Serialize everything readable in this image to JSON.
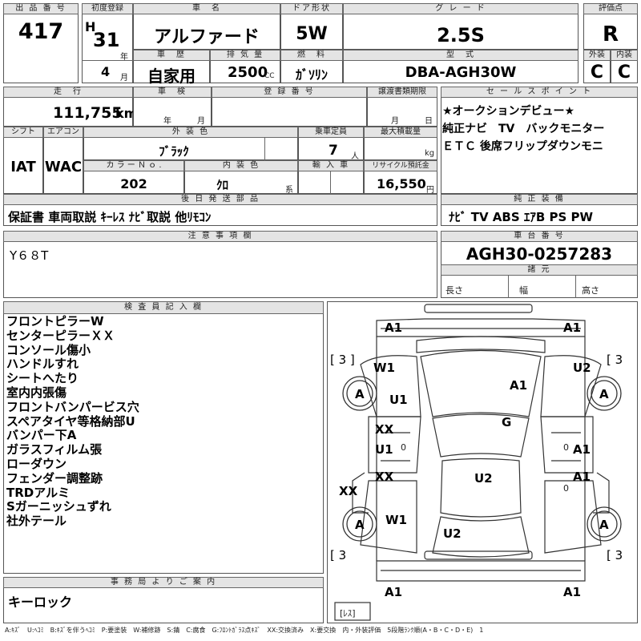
{
  "header": {
    "lot_label": "出 品 番 号",
    "lot": "417",
    "first_reg_label": "初度登録",
    "era": "H",
    "year": "31",
    "year_unit": "年",
    "month": "4",
    "month_unit": "月",
    "name_label": "車　名",
    "name": "アルファード",
    "door_label": "ドア形状",
    "door": "5W",
    "grade_label": "グ レ ー ド",
    "grade": "2.5S",
    "score_label": "評価点",
    "score": "R",
    "history_label": "車　歴",
    "history": "自家用",
    "displacement_label": "排 気 量",
    "displacement": "2500",
    "cc": "CC",
    "fuel_label": "燃　料",
    "fuel": "ｶﾞｿﾘﾝ",
    "model_label": "型　式",
    "model": "DBA-AGH30W",
    "exterior_label": "外装",
    "exterior": "C",
    "interior_label": "内装",
    "interior": "C"
  },
  "row2": {
    "mileage_label": "走　行",
    "mileage": "111,755",
    "km": "km",
    "inspection_label": "車　検",
    "inspection_year": "年",
    "inspection_month": "月",
    "regno_label": "登 録 番 号",
    "transfer_label": "譲渡書類期限",
    "transfer_month": "月",
    "transfer_day": "日",
    "shift_label": "シフト",
    "shift": "IAT",
    "ac_label": "エアコン",
    "ac": "WAC",
    "color_label": "外 装 色",
    "color": "ﾌﾞﾗｯｸ",
    "capacity_label": "乗車定員",
    "capacity": "7",
    "capacity_unit": "人",
    "load_label": "最大積載量",
    "load_unit": "kg",
    "colorno_label": "カ ラ ー Ｎ ｏ .",
    "colorno": "202",
    "intcolor_label": "内 装 色",
    "intcolor": "ｸﾛ",
    "intcolor_unit": "系",
    "import_label": "輸 入 車",
    "recycle_label": "リサイクル預託金",
    "recycle": "16,550",
    "recycle_unit": "円",
    "sendlater_label": "後 日 発 送 部 品",
    "sendlater": "保証書 車両取説 ｷｰﾚｽ ﾅﾋﾞ取説 他ﾘﾓｺﾝ"
  },
  "sales": {
    "label": "セ ー ル ス ポ イ ン ト",
    "lines": [
      "★オークションデビュー★",
      "純正ナビ　TV　バックモニター",
      "ＥＴＣ 後席フリップダウンモニ"
    ],
    "genuine_label": "純 正 装 備",
    "genuine": "ﾅﾋﾞ TV ABS ｴｱB PS PW"
  },
  "notes": {
    "label": "注 意 事 項 欄",
    "text": "Y６８T"
  },
  "chassis": {
    "label": "車 台 番 号",
    "value": "AGH30-0257283",
    "spec_label": "諸 元",
    "length": "長さ",
    "width": "幅",
    "height": "高さ"
  },
  "inspector": {
    "label": "検 査 員 記 入 欄",
    "lines": [
      "フロントピラーW",
      "センターピラーＸＸ",
      "コンソール傷小",
      "ハンドルすれ",
      "シートへたり",
      "室内内張傷",
      "フロントバンパービス穴",
      "スペアタイヤ等格納部U",
      "バンパー下A",
      "ガラスフィルム張",
      "ローダウン",
      "フェンダー調整跡",
      "TRDアルミ",
      "Sガーニッシュずれ",
      "社外テール"
    ]
  },
  "office": {
    "label": "事 務 局 よ り ご 案 内",
    "text": "キーロック"
  },
  "diagram": {
    "marks": {
      "a1_fl": "A1",
      "a1_fr": "A1",
      "w1_f": "W1",
      "u2_f": "U2",
      "tire_fl": "A",
      "tire_fr": "A",
      "u1_l": "U1",
      "a1_hood": "A1",
      "g_wind": "G",
      "xx_l1": "XX",
      "u1_l2": "U1",
      "a1_r1": "A1",
      "xx_l2": "XX",
      "a1_r2": "A1",
      "u2_roof": "U2",
      "xx_side": "XX",
      "tire_rl": "A",
      "tire_rr": "A",
      "w1_r": "W1",
      "u2_rear": "U2",
      "a1_rl": "A1",
      "a1_rr": "A1",
      "sub_l1": "0",
      "sub_r1": "0",
      "sub_r2": "0",
      "tread_fl": "[ 3 ]",
      "tread_fr": "[ 3",
      "tread_rl": "[ 3",
      "tread_rr": "[ 3",
      "spare": "[ﾚｽ]"
    }
  },
  "legend": "A:ｷｽﾞ　U:ﾍｺﾐ　B:ｷｽﾞを伴うﾍｺﾐ　P:要塗装　W:補修跡　S:錆　C:腐食　G:ﾌﾛﾝﾄｶﾞﾗｽ点ｷｽﾞ　XX:交換済み　X:要交換　内・外装評価　5段階ﾗﾝｸ順(A・B・C・D・E)　1"
}
